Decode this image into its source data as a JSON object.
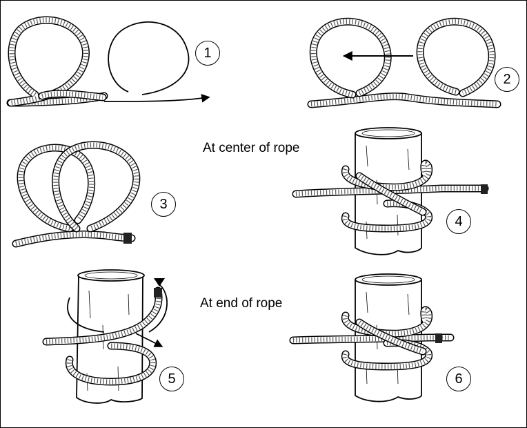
{
  "captions": {
    "center": "At center of rope",
    "end": "At end of rope"
  },
  "steps": [
    "1",
    "2",
    "3",
    "4",
    "5",
    "6"
  ]
}
